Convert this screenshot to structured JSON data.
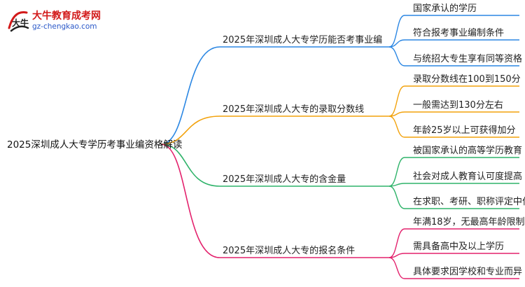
{
  "logo": {
    "title": "大牛教育成考网",
    "url": "gz-chengkao.com",
    "mark_text": "大牛"
  },
  "root": "2025深圳成人大专学历考事业编资格解读",
  "branches": [
    {
      "label": "2025年深圳成人大专学历能否考事业编",
      "color": "#2b87e3",
      "children": [
        "国家承认的学历",
        "符合报考事业编制条件",
        "与统招大专生享有同等资格"
      ]
    },
    {
      "label": "2025年深圳成人大专的录取分数线",
      "color": "#f2a20c",
      "children": [
        "录取分数线在100到150分",
        "一般需达到130分左右",
        "年龄25岁以上可获得加分"
      ]
    },
    {
      "label": "2025年深圳成人大专的含金量",
      "color": "#2fb36a",
      "children": [
        "被国家承认的高等学历教育",
        "社会对成人教育认可度提高",
        "在求职、考研、职称评定中作用显著"
      ]
    },
    {
      "label": "2025年深圳成人大专的报名条件",
      "color": "#e3226d",
      "children": [
        "年满18岁，无最高年龄限制",
        "需具备高中及以上学历",
        "具体要求因学校和专业而异"
      ]
    }
  ]
}
